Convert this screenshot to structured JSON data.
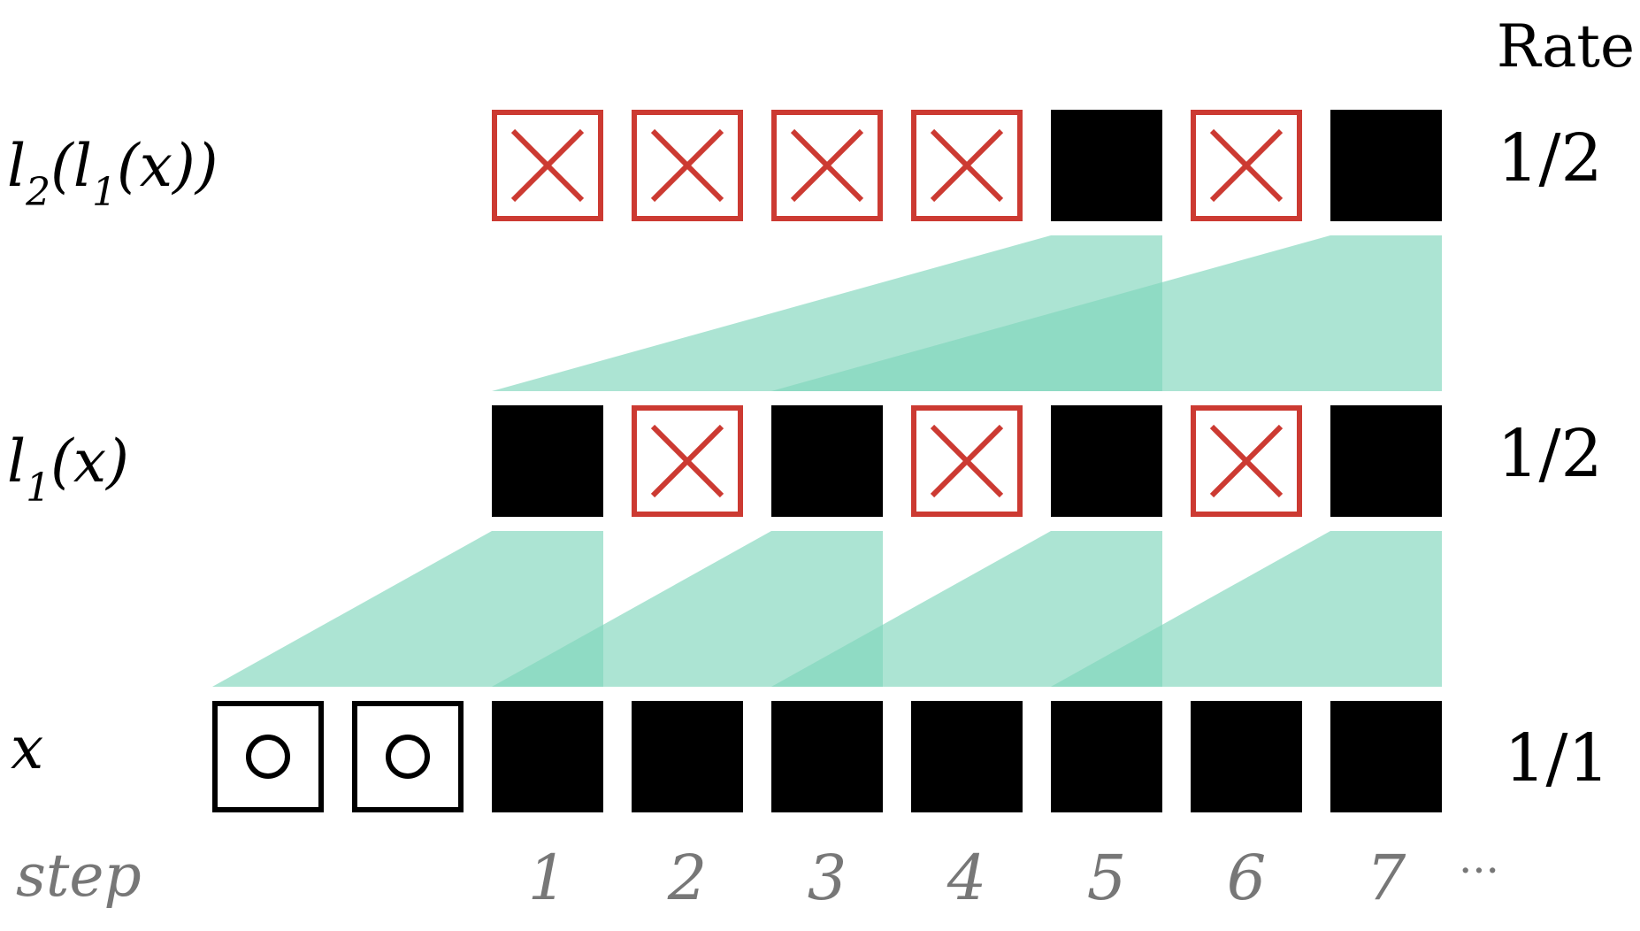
{
  "header": {
    "rate_title": "Rate"
  },
  "layers": [
    {
      "id": "l2",
      "label_parts": [
        "l",
        "2",
        "(",
        "l",
        "1",
        "(x))"
      ],
      "rate": "1/2",
      "cells": [
        "dropped",
        "dropped",
        "dropped",
        "dropped",
        "active",
        "dropped",
        "active"
      ]
    },
    {
      "id": "l1",
      "label_parts": [
        "l",
        "1",
        "(x)"
      ],
      "rate": "1/2",
      "cells": [
        "active",
        "dropped",
        "active",
        "dropped",
        "active",
        "dropped",
        "active"
      ]
    },
    {
      "id": "x",
      "label_parts": [
        "x"
      ],
      "rate": "1/1",
      "padding_cells": 2,
      "cells": [
        "active",
        "active",
        "active",
        "active",
        "active",
        "active",
        "active"
      ]
    }
  ],
  "steps": {
    "label": "step",
    "values": [
      "1",
      "2",
      "3",
      "4",
      "5",
      "6",
      "7"
    ],
    "ellipsis": "···"
  },
  "colors": {
    "active": "#000000",
    "dropped": "#cc3a32",
    "receptive_field": "#7fd6bb",
    "step_text": "#777777"
  }
}
